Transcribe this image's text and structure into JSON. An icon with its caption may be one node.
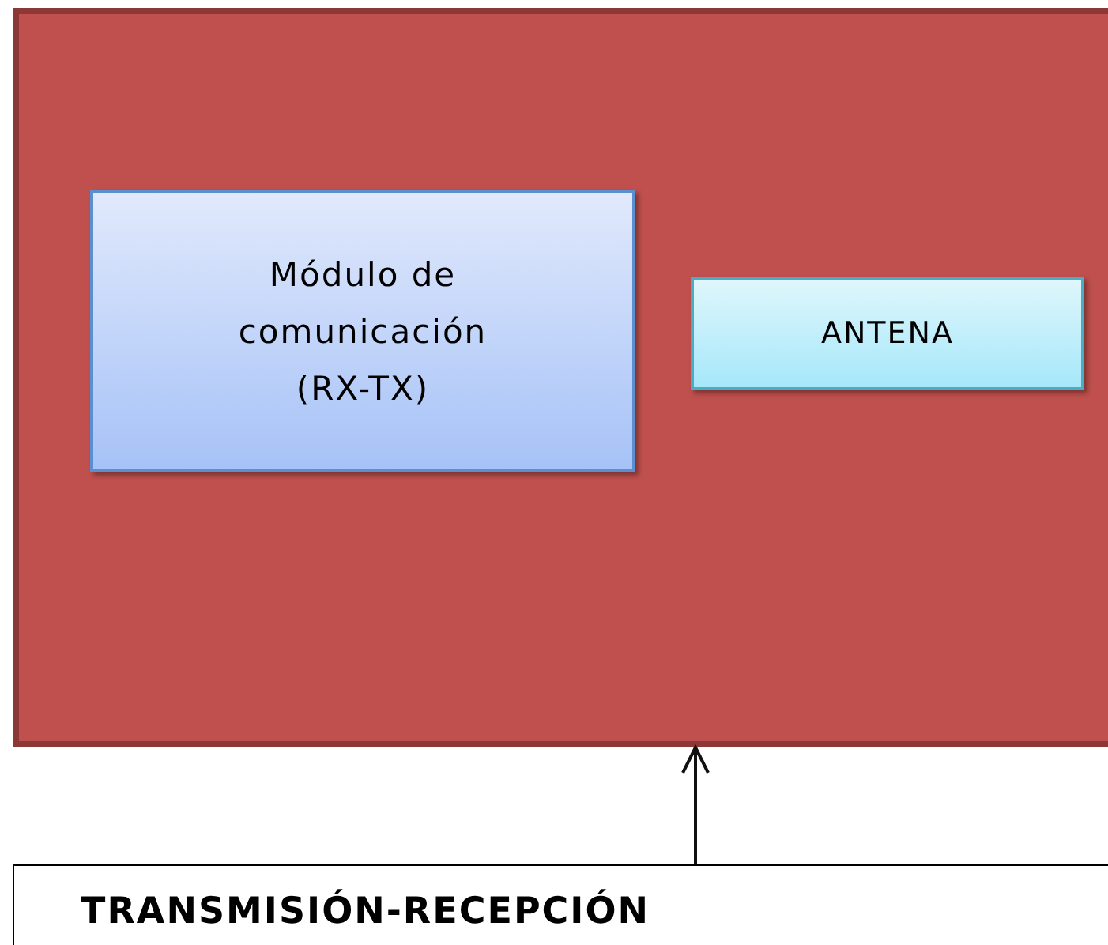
{
  "diagram": {
    "nodes": [
      {
        "text": [],
        "shape": "box"
      },
      {
        "text": [
          "Módulo de comunicación (RX-TX)"
        ],
        "in": 0
      },
      {
        "text": [
          "ANTENA"
        ],
        "in": 0
      },
      {
        "text": [
          "TRANSMISIÓN-RECEPCIÓN"
        ]
      }
    ],
    "edges": [
      {
        "from": 3,
        "to": 0,
        "arrow": "to"
      }
    ]
  }
}
